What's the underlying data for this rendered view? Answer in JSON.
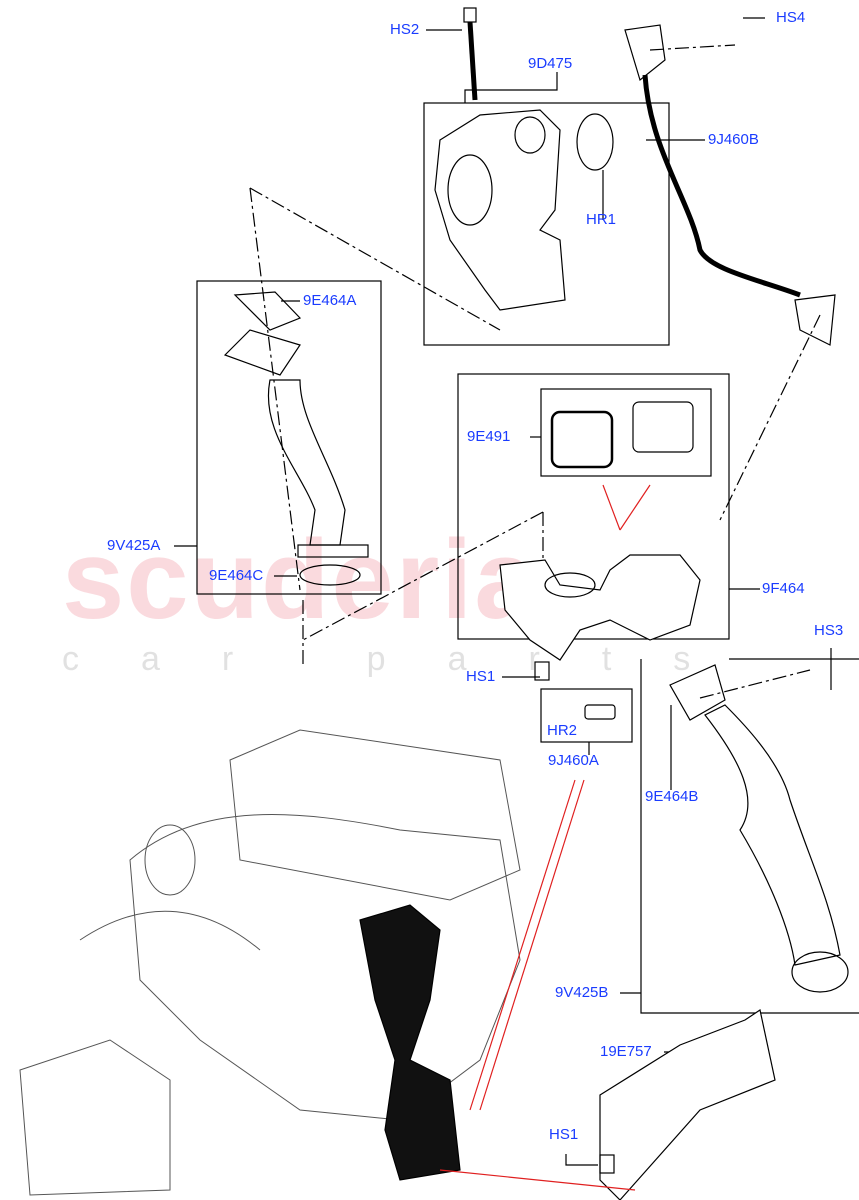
{
  "watermark": {
    "brand": "scuderia",
    "sub": "car parts"
  },
  "callouts": {
    "hs2": "HS2",
    "hs4": "HS4",
    "d9d475": "9D475",
    "j9j460b": "9J460B",
    "hr1": "HR1",
    "e9e464a": "9E464A",
    "v9v425a": "9V425A",
    "e9e491": "9E491",
    "e9e464c": "9E464C",
    "f9f464": "9F464",
    "hs3": "HS3",
    "hs1_top": "HS1",
    "hr2": "HR2",
    "j9j460a": "9J460A",
    "e9e464b": "9E464B",
    "v9v425b": "9V425B",
    "e19e757": "19E757",
    "hs1_bottom": "HS1"
  },
  "colors": {
    "callout_text": "#1a3cff",
    "highlight_line": "#e02020",
    "watermark": "#f0a0a8"
  }
}
